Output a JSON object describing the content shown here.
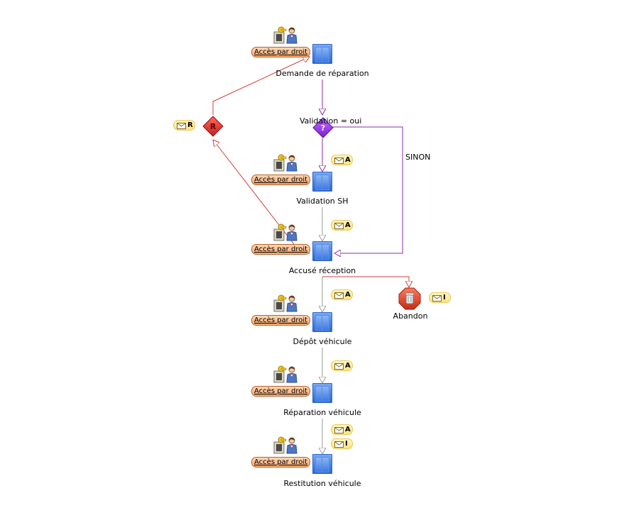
{
  "colors": {
    "flow_purple": "#8e2ca0",
    "flow_grey": "#9a9a9a",
    "flow_red": "#d43c3c"
  },
  "tasks": [
    {
      "label": "Demande de réparation",
      "access": "Accès par droit",
      "notifications": []
    },
    {
      "label": "Validation SH",
      "access": "Accès par droit",
      "notifications": [
        "A"
      ]
    },
    {
      "label": "Accusé réception",
      "access": "Accès par droit",
      "notifications": [
        "A"
      ]
    },
    {
      "label": "Dépôt véhicule",
      "access": "Accès par droit",
      "notifications": [
        "A"
      ]
    },
    {
      "label": "Réparation véhicule",
      "access": "Accès par droit",
      "notifications": [
        "A"
      ]
    },
    {
      "label": "Restitution véhicule",
      "access": "Accès par droit",
      "notifications": [
        "A",
        "I"
      ]
    }
  ],
  "decision": {
    "condition": "Validation = oui",
    "else_label": "SINON",
    "icon": "question-diamond-icon"
  },
  "return_gateway": {
    "letter": "R",
    "notification": "R",
    "icon": "return-diamond-icon"
  },
  "end": {
    "label": "Abandon",
    "notification": "I",
    "icon": "stop-bin-icon"
  },
  "icons": {
    "access": "key-user-icon",
    "notification": "envelope-icon"
  }
}
